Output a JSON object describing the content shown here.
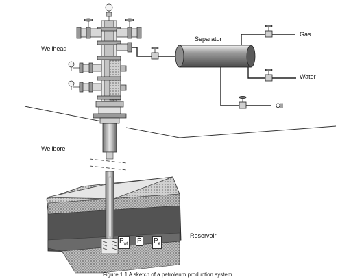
{
  "labels": {
    "wellhead": "Wellhead",
    "wellbore": "Wellbore",
    "separator": "Separator",
    "gas": "Gas",
    "water": "Water",
    "oil": "Oil",
    "reservoir": "Reservoir"
  },
  "pressures": {
    "pwf_main": "P",
    "pwf_sub": "wf",
    "pbar": "P̄",
    "pe_main": "P",
    "pe_sub": "e"
  },
  "caption": "Figure 1.1   A sketch of a petroleum production system"
}
